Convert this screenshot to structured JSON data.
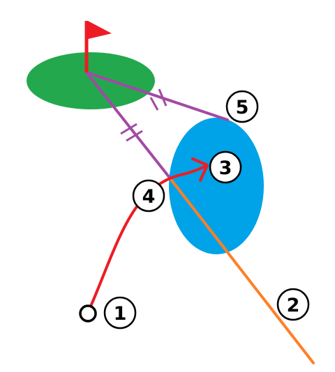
{
  "colors": {
    "background": "#ffffff",
    "green": "#23a84e",
    "flag": "#ed1c24",
    "water": "#00a2e8",
    "penalty_line": "#a349a4",
    "shot_path": "#ed1c24",
    "entry_line": "#ff7f27",
    "ball_outline": "#000000"
  },
  "markers": [
    {
      "id": "1",
      "label": "1"
    },
    {
      "id": "2",
      "label": "2"
    },
    {
      "id": "3",
      "label": "3"
    },
    {
      "id": "4",
      "label": "4"
    },
    {
      "id": "5",
      "label": "5"
    }
  ]
}
